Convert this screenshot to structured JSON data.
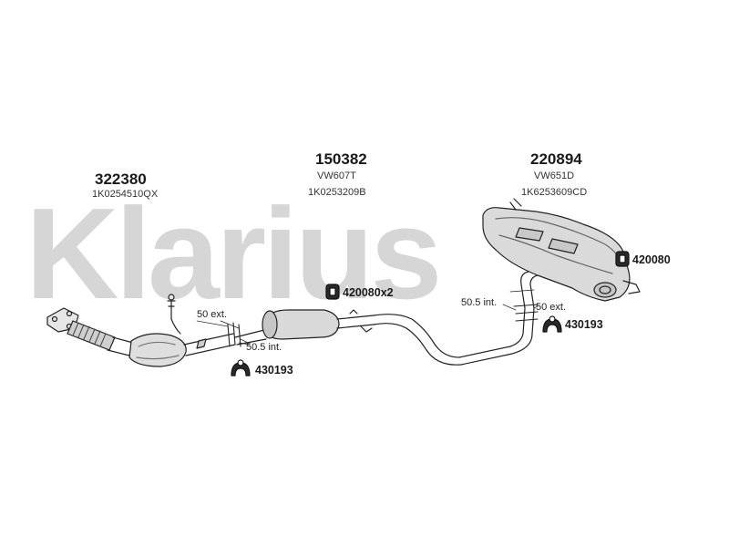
{
  "watermark": "Klarius",
  "parts": {
    "front": {
      "number": "322380",
      "oem": "1K0254510QX"
    },
    "middle": {
      "number": "150382",
      "code": "VW607T",
      "oem": "1K0253209B"
    },
    "rear": {
      "number": "220894",
      "code": "VW651D",
      "oem": "1K6253609CD"
    }
  },
  "hardware": {
    "clamp_mid": "420080x2",
    "clamp_rear": "420080",
    "hanger_front": "430193",
    "hanger_rear": "430193"
  },
  "pipe_refs": {
    "front_ext": "50 ext.",
    "front_int": "50.5 int.",
    "rear_int": "50.5 int.",
    "rear_ext": "50 ext."
  }
}
